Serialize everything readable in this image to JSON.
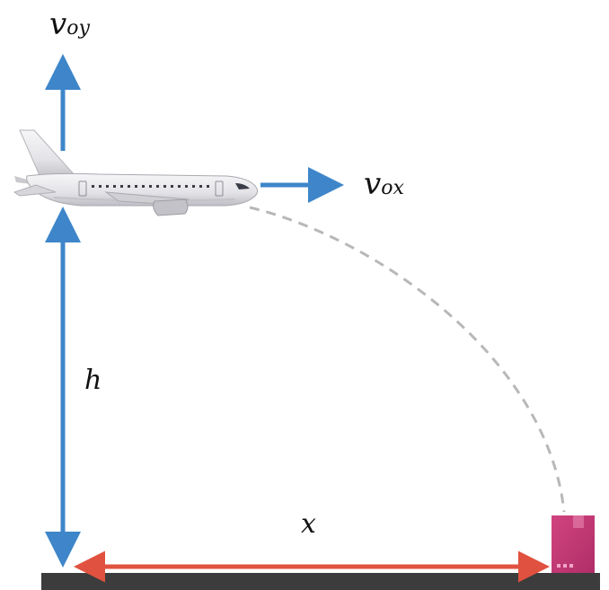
{
  "labels": {
    "v_main": "v",
    "v_oy_sub": "oy",
    "v_ox_sub": "ox",
    "height": "h",
    "distance": "x"
  },
  "colors": {
    "blue_arrow": "#3e86c9",
    "red_arrow": "#e0523f",
    "trajectory": "#b8b8b8",
    "ground": "#3c3c3c",
    "package": "#c73a7a",
    "plane_body": "#e9e9ec"
  },
  "icons": {
    "airplane": "airplane-icon",
    "package": "package-box-icon"
  }
}
